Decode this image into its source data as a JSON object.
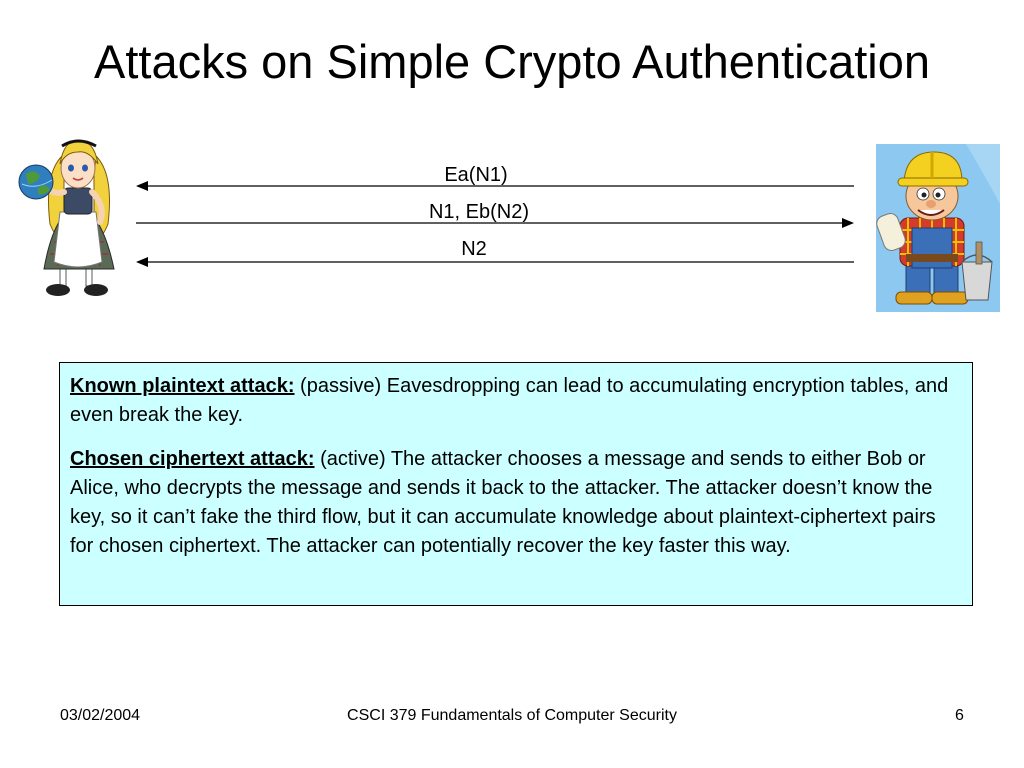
{
  "slide": {
    "title": "Attacks on Simple Crypto Authentication"
  },
  "diagram": {
    "messages": [
      {
        "label": "Ea(N1)",
        "direction": "bob-to-alice"
      },
      {
        "label": "N1, Eb(N2)",
        "direction": "alice-to-bob"
      },
      {
        "label": "N2",
        "direction": "bob-to-alice"
      }
    ]
  },
  "textbox": {
    "background": "#ccffff",
    "paragraphs": [
      {
        "term": "Known plaintext attack:",
        "text": "(passive) Eavesdropping can lead to accumulating encryption tables, and even break the key."
      },
      {
        "term": "Chosen ciphertext attack:",
        "text": "(active) The attacker chooses a message and sends to either Bob or Alice, who decrypts the message and sends it back to the attacker. The attacker doesn’t know the key, so it can’t fake the third flow, but it can accumulate knowledge about plaintext-ciphertext pairs for chosen ciphertext. The attacker can potentially recover the key faster this way."
      }
    ]
  },
  "footer": {
    "date": "03/02/2004",
    "course": "CSCI 379 Fundamentals of Computer Security",
    "page": "6"
  }
}
